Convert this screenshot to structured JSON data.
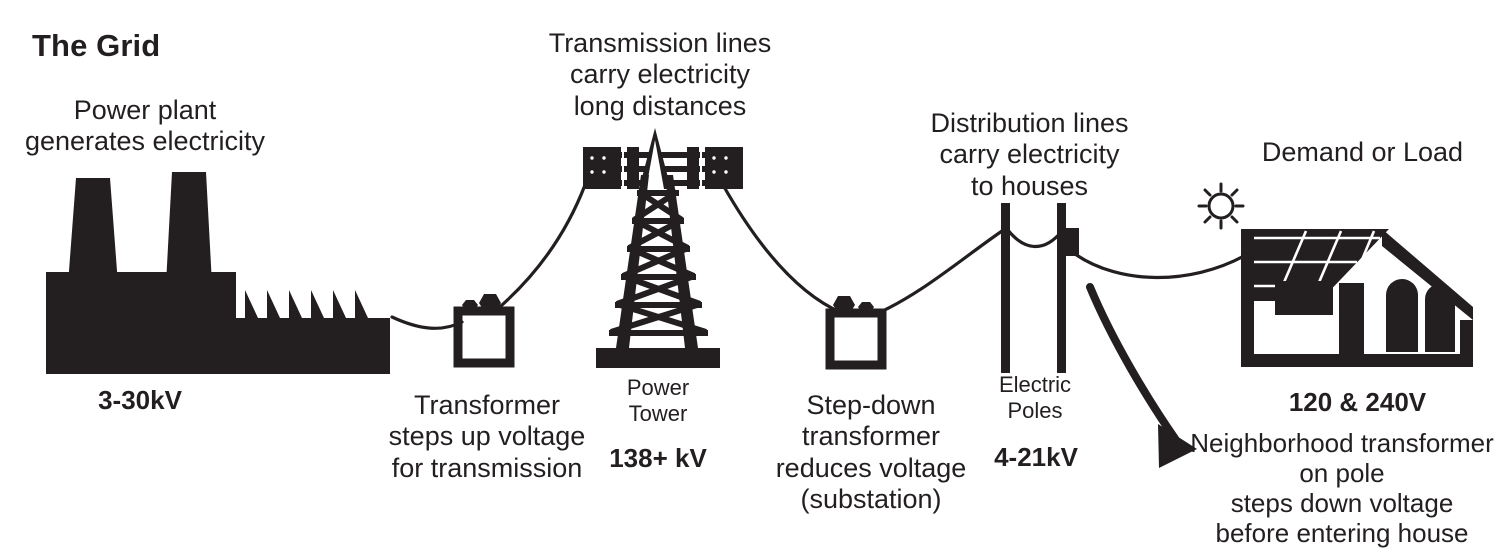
{
  "diagram": {
    "title": "The Grid",
    "background_color": "#ffffff",
    "ink_color": "#231f20"
  },
  "labels": {
    "power_plant": "Power plant\ngenerates electricity",
    "power_plant_voltage": "3-30kV",
    "transformer_up": "Transformer\nsteps up voltage\nfor transmission",
    "transmission_lines": "Transmission lines\ncarry electricity\nlong distances",
    "power_tower": "Power\nTower",
    "power_tower_voltage": "138+ kV",
    "step_down": "Step-down\ntransformer\nreduces voltage\n(substation)",
    "distribution_lines": "Distribution lines\ncarry electricity\nto houses",
    "electric_poles": "Electric\nPoles",
    "electric_poles_voltage": "4-21kV",
    "demand_or_load": "Demand or Load",
    "house_voltage": "120 & 240V",
    "neighborhood_transformer": "Neighborhood transformer\non pole\nsteps down voltage\nbefore entering house"
  },
  "icons": {
    "power_plant": "power-plant-icon",
    "step_up_transformer": "transformer-box-icon",
    "transmission_tower": "lattice-transmission-tower-icon",
    "step_down_transformer": "transformer-box-icon",
    "electric_pole_left": "utility-pole-icon",
    "electric_pole_right": "utility-pole-with-transformer-icon",
    "house": "house-with-solar-panel-icon",
    "sun": "sun-icon",
    "pointer": "curved-arrow-icon"
  },
  "stages": [
    {
      "name": "Power plant",
      "voltage": "3-30kV"
    },
    {
      "name": "Step-up transformer",
      "voltage": ""
    },
    {
      "name": "Power Tower",
      "voltage": "138+ kV"
    },
    {
      "name": "Step-down transformer (substation)",
      "voltage": ""
    },
    {
      "name": "Electric Poles",
      "voltage": "4-21kV"
    },
    {
      "name": "House / Demand or Load",
      "voltage": "120 & 240V"
    }
  ]
}
